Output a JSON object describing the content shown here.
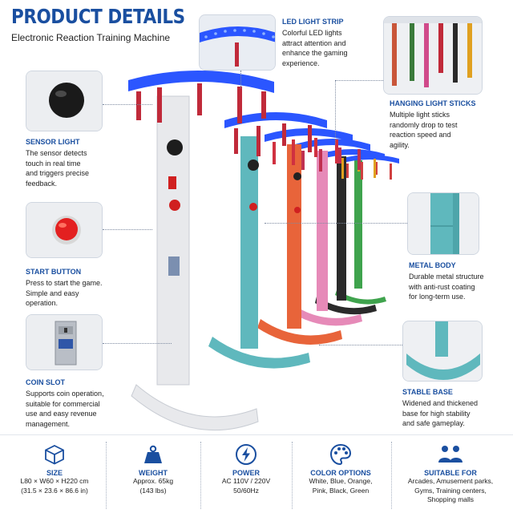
{
  "header": {
    "title": "PRODUCT DETAILS",
    "subtitle": "Electronic Reaction Training Machine"
  },
  "features": {
    "led": {
      "title": "LED LIGHT STRIP",
      "desc": [
        "Colorful LED lights",
        "attract attention and",
        "enhance the gaming",
        "experience."
      ]
    },
    "sticks": {
      "title": "HANGING LIGHT STICKS",
      "desc": [
        "Multiple light sticks",
        "randomly drop to test",
        "reaction speed and",
        "agility."
      ]
    },
    "sensor": {
      "title": "SENSOR LIGHT",
      "desc": [
        "The sensor detects",
        "touch in real time",
        "and triggers precise",
        "feedback."
      ]
    },
    "start": {
      "title": "START BUTTON",
      "desc": [
        "Press to start the game.",
        "Simple and easy",
        "operation."
      ]
    },
    "coin": {
      "title": "COIN SLOT",
      "desc": [
        "Supports coin operation,",
        "suitable for commercial",
        "use and easy revenue",
        "management."
      ]
    },
    "metal": {
      "title": "METAL BODY",
      "desc": [
        "Durable metal structure",
        "with anti-rust coating",
        "for long-term use."
      ]
    },
    "base": {
      "title": "STABLE BASE",
      "desc": [
        "Widened and thickened",
        "base for high stability",
        "and safe gameplay."
      ]
    }
  },
  "specs": [
    {
      "icon": "cube-icon",
      "label": "SIZE",
      "lines": [
        "L80 × W60 × H220 cm",
        "(31.5 × 23.6 × 86.6 in)"
      ]
    },
    {
      "icon": "weight-icon",
      "label": "WEIGHT",
      "lines": [
        "Approx. 65kg",
        "(143 lbs)"
      ]
    },
    {
      "icon": "power-icon",
      "label": "POWER",
      "lines": [
        "AC 110V / 220V",
        "50/60Hz"
      ]
    },
    {
      "icon": "palette-icon",
      "label": "COLOR OPTIONS",
      "lines": [
        "White, Blue, Orange,",
        "Pink, Black, Green"
      ]
    },
    {
      "icon": "people-icon",
      "label": "SUITABLE FOR",
      "lines": [
        "Arcades, Amusement parks,",
        "Gyms, Training centers,",
        "Shopping malls"
      ]
    }
  ],
  "colors": {
    "accent": "#1a4fa0",
    "machines": [
      "#e8e9ec",
      "#5fb8bd",
      "#e8643a",
      "#e68ab8",
      "#2a2a2a",
      "#3fa34d"
    ],
    "led": "#2b56ff"
  }
}
